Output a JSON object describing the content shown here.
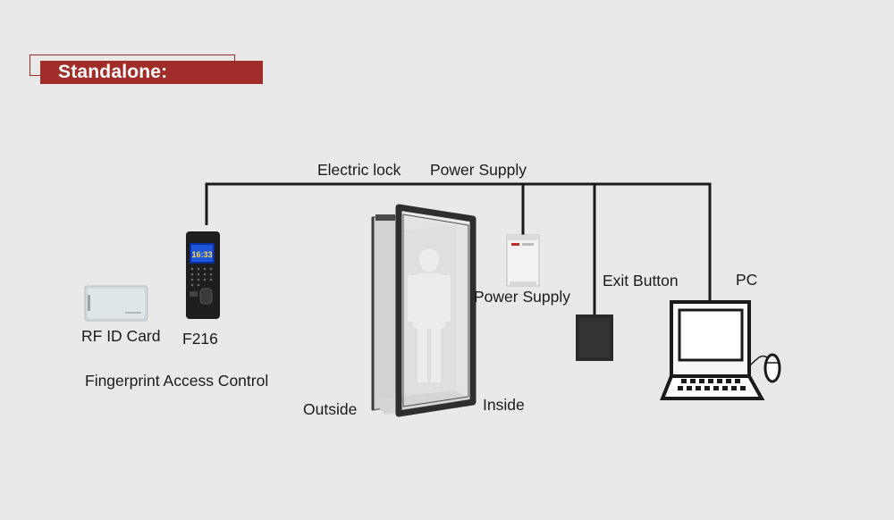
{
  "banner": {
    "title": "Standalone:"
  },
  "labels": {
    "electric_lock": "Electric lock",
    "power_supply_top": "Power Supply",
    "power_supply": "Power Supply",
    "exit_button": "Exit Button",
    "pc": "PC",
    "rf_id_card": "RF ID Card",
    "f216": "F216",
    "fingerprint_access_control": "Fingerprint Access Control",
    "outside": "Outside",
    "inside": "Inside"
  },
  "device_screen": {
    "time": "16:33"
  },
  "colors": {
    "banner": "#a12d2a",
    "background": "#e9e9e9",
    "wire": "#1a1a1a"
  }
}
